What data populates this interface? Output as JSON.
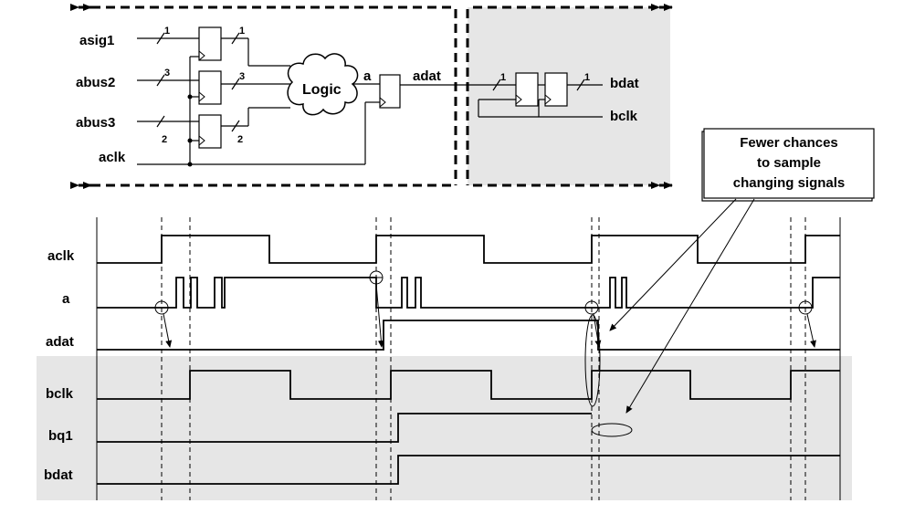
{
  "schematic": {
    "inputs": {
      "asig1": "asig1",
      "abus2": "abus2",
      "abus3": "abus3",
      "aclk": "aclk"
    },
    "widths": {
      "asig1_in": "1",
      "asig1_out": "1",
      "abus2_in": "3",
      "abus2_out": "3",
      "abus3_in": "2",
      "abus3_out": "2",
      "b_in": "1",
      "b_out": "1"
    },
    "logic_label": "Logic",
    "a_label": "a",
    "adat_label": "adat",
    "bdat_label": "bdat",
    "bclk_label": "bclk"
  },
  "annotation": {
    "lines": [
      "Fewer chances",
      "to sample",
      "changing signals"
    ]
  },
  "timing": {
    "signals": [
      "aclk",
      "a",
      "adat",
      "bclk",
      "bq1",
      "bdat"
    ]
  },
  "colors": {
    "clock_b_domain": "#e6e6e6",
    "line": "#000000",
    "background": "#ffffff"
  }
}
